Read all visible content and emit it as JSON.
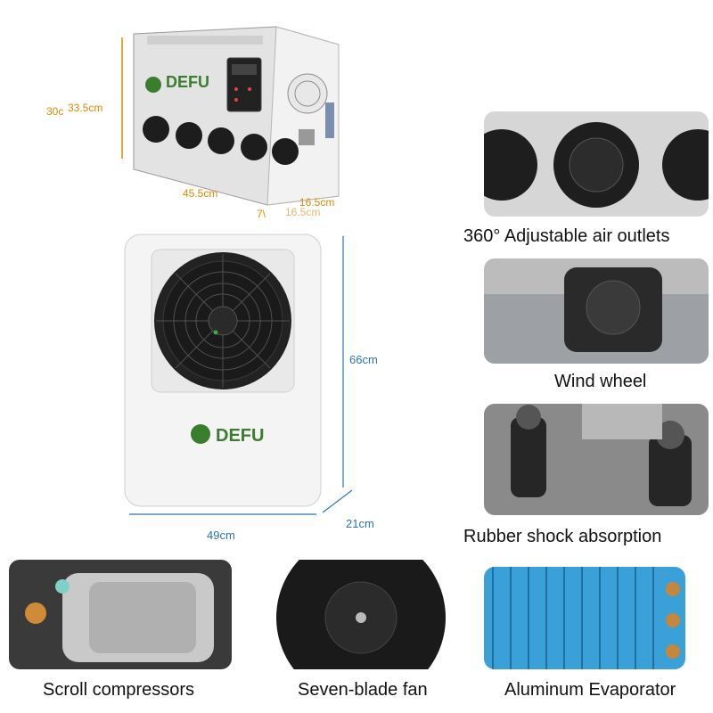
{
  "brand": "DEFU",
  "top_unit": {
    "height_label_1": "30c",
    "height_label_2": "33.5cm",
    "width_label": "45.5cm",
    "depth_label": "16.5cm",
    "depth_label_ghost": "16.5cm",
    "small_mark": "7\\"
  },
  "front_unit": {
    "height_label": "66cm",
    "width_label": "49cm",
    "depth_label": "21cm"
  },
  "features": [
    {
      "caption": "360° Adjustable air outlets"
    },
    {
      "caption": "Wind wheel"
    },
    {
      "caption": "Rubber shock absorption"
    },
    {
      "caption": "Scroll compressors"
    },
    {
      "caption": "Seven-blade fan"
    },
    {
      "caption": "Aluminum Evaporator"
    }
  ],
  "colors": {
    "dimension_orange": "#e08a00",
    "dimension_blue": "#2a74b8",
    "brand_green": "#3b7d2f",
    "evaporator_blue": "#3aa0d8"
  }
}
